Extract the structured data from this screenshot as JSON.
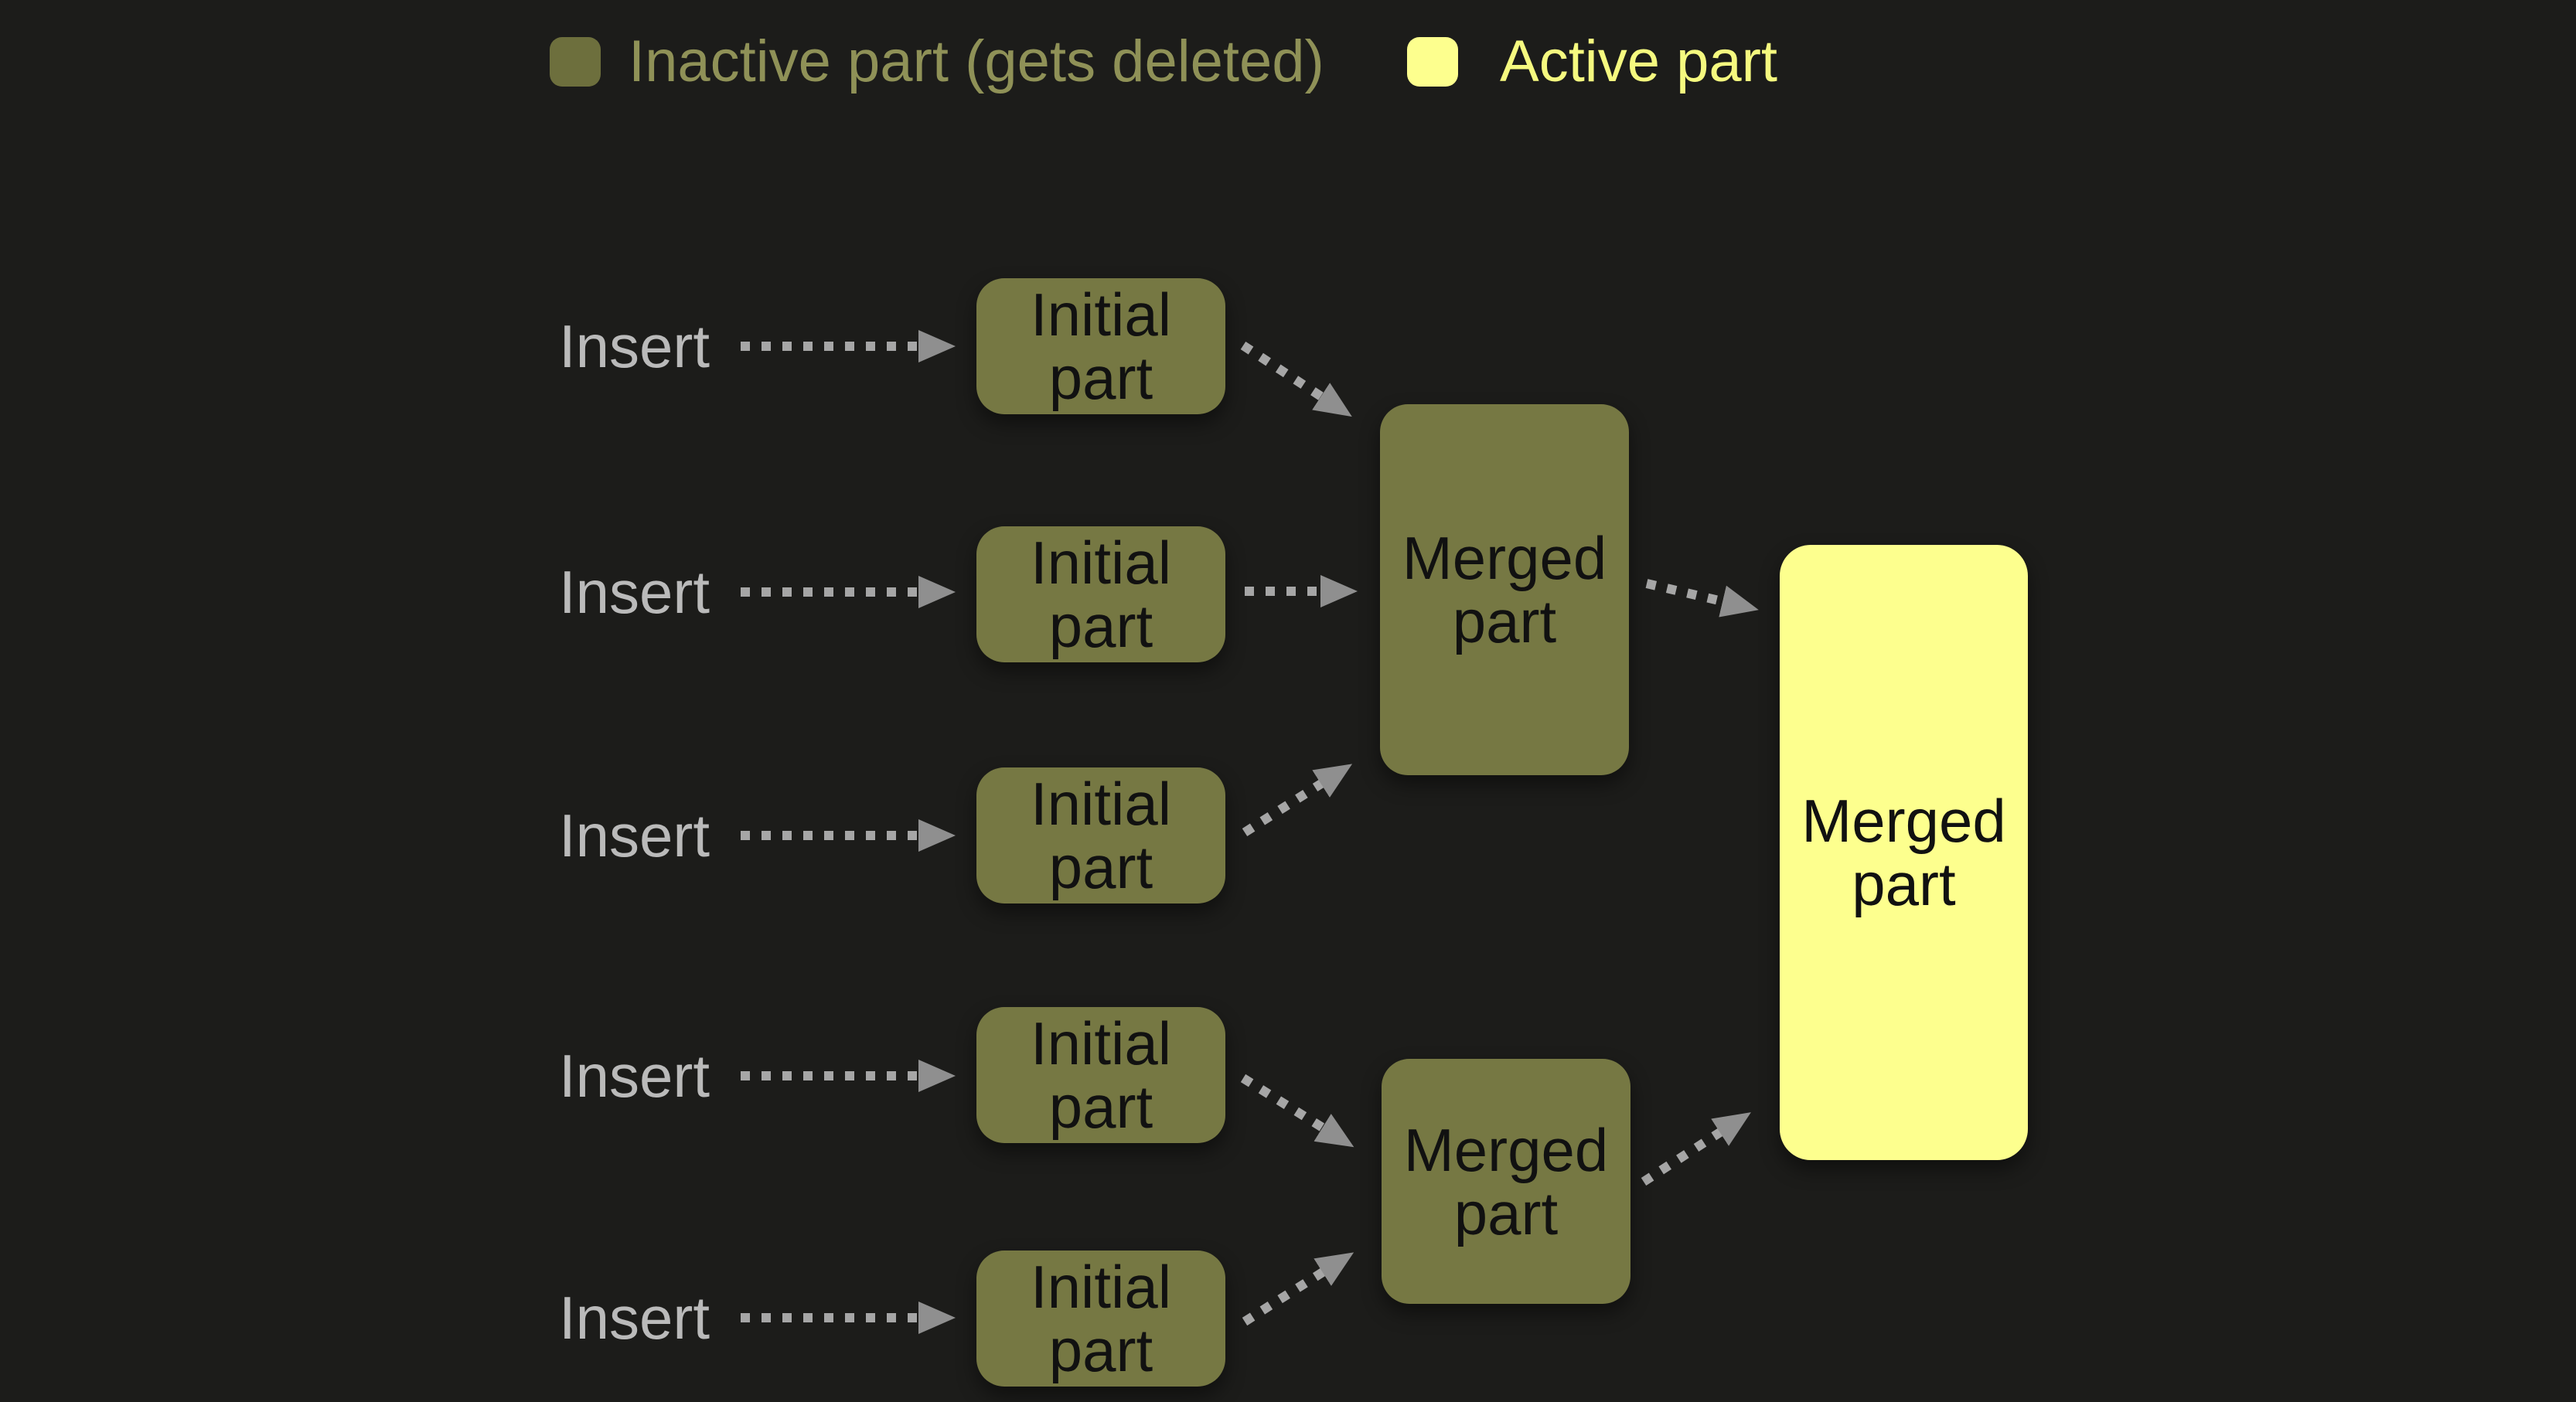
{
  "page": {
    "background": "#1c1c1a"
  },
  "colors": {
    "inactive_fill": "#767843",
    "inactive_swatch": "#6d6f3d",
    "active_fill": "#fdff8e",
    "inactive_text": "#8f9157",
    "active_text": "#f5f97f",
    "insert_text": "#bababa",
    "box_text": "#111111",
    "arrow_line": "#a6a6a6",
    "arrow_head": "#8f8f8f"
  },
  "legend": {
    "items": [
      {
        "id": "inactive",
        "label": "Inactive part (gets deleted)"
      },
      {
        "id": "active",
        "label": "Active part"
      }
    ]
  },
  "diagram": {
    "insert_rows": [
      {
        "label": "Insert",
        "box": "Initial\npart"
      },
      {
        "label": "Insert",
        "box": "Initial\npart"
      },
      {
        "label": "Insert",
        "box": "Initial\npart"
      },
      {
        "label": "Insert",
        "box": "Initial\npart"
      },
      {
        "label": "Insert",
        "box": "Initial\npart"
      }
    ],
    "merged_intermediate": [
      {
        "label": "Merged\npart"
      },
      {
        "label": "Merged\npart"
      }
    ],
    "merged_final": {
      "label": "Merged\npart"
    }
  }
}
